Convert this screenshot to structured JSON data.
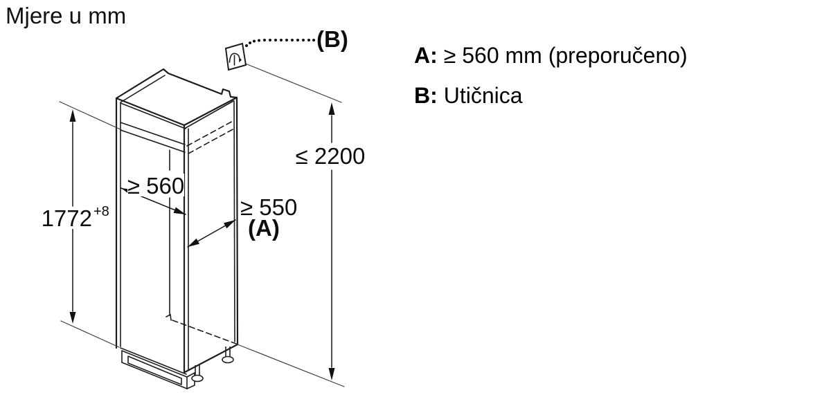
{
  "title": "Mjere u mm",
  "colors": {
    "ink": "#1c1c1c",
    "thin_line": "#3d3d3d",
    "text": "#000000",
    "background": "#ffffff"
  },
  "diagram": {
    "inner_height_value": "1772",
    "inner_height_tolerance": "+8",
    "niche_width_label": "≥ 560",
    "niche_depth_label": "≥ 550",
    "niche_depth_ref": "(A)",
    "max_total_height_label": "≤ 2200",
    "socket_ref_label": "(B)",
    "socket_icon": "power-socket-symbol"
  },
  "legend": {
    "items": [
      {
        "label": "A:",
        "text": "≥ 560 mm (preporučeno)"
      },
      {
        "label": "B:",
        "text": "Utičnica"
      }
    ]
  }
}
